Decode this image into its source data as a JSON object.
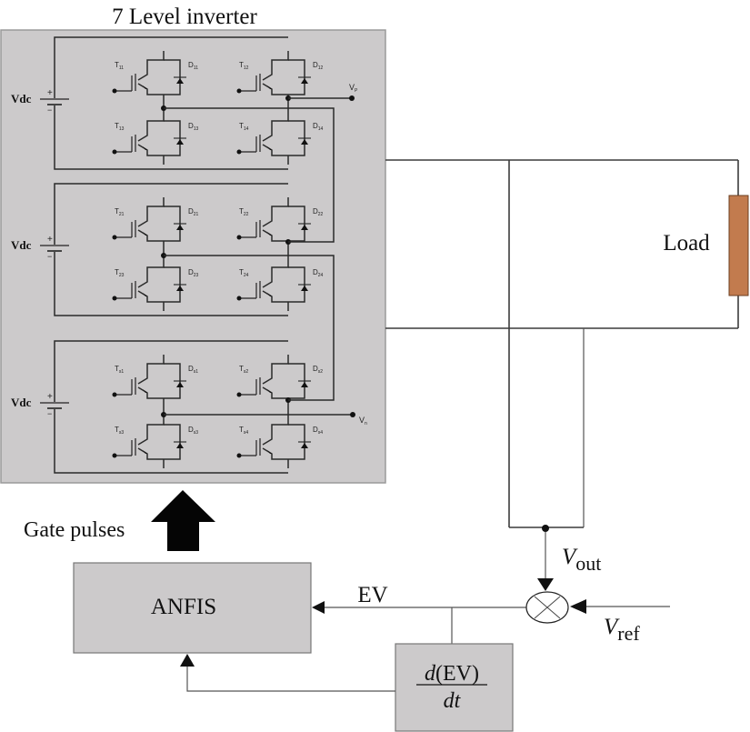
{
  "title": "7 Level inverter",
  "colors": {
    "inverter_bg": "#cccacb",
    "block_bg": "#cccacb",
    "load": "#c27b4e",
    "wire": "#3c3c3c"
  },
  "inverter": {
    "cells": [
      {
        "source_label": "Vdc",
        "plus": "+",
        "minus": "−",
        "switches": [
          {
            "t": "T",
            "tsub": "11",
            "d": "D",
            "dsub": "11"
          },
          {
            "t": "T",
            "tsub": "12",
            "d": "D",
            "dsub": "12"
          },
          {
            "t": "T",
            "tsub": "13",
            "d": "D",
            "dsub": "13"
          },
          {
            "t": "T",
            "tsub": "14",
            "d": "D",
            "dsub": "14"
          }
        ]
      },
      {
        "source_label": "Vdc",
        "plus": "+",
        "minus": "−",
        "switches": [
          {
            "t": "T",
            "tsub": "21",
            "d": "D",
            "dsub": "21"
          },
          {
            "t": "T",
            "tsub": "22",
            "d": "D",
            "dsub": "22"
          },
          {
            "t": "T",
            "tsub": "23",
            "d": "D",
            "dsub": "23"
          },
          {
            "t": "T",
            "tsub": "24",
            "d": "D",
            "dsub": "24"
          }
        ]
      },
      {
        "source_label": "Vdc",
        "plus": "+",
        "minus": "−",
        "switches": [
          {
            "t": "T",
            "tsub": "s1",
            "d": "D",
            "dsub": "s1"
          },
          {
            "t": "T",
            "tsub": "s2",
            "d": "D",
            "dsub": "s2"
          },
          {
            "t": "T",
            "tsub": "s3",
            "d": "D",
            "dsub": "s3"
          },
          {
            "t": "T",
            "tsub": "s4",
            "d": "D",
            "dsub": "s4"
          }
        ]
      }
    ],
    "vp": {
      "main": "V",
      "sub": "P"
    },
    "vn": {
      "main": "V",
      "sub": "n"
    }
  },
  "load_label": "Load",
  "gate_pulses_label": "Gate pulses",
  "anfis_label": "ANFIS",
  "ev_label": "EV",
  "vout": {
    "main": "V",
    "sub": "out"
  },
  "vref": {
    "main": "V",
    "sub": "ref"
  },
  "derivative": {
    "numerator_d": "d",
    "numerator_rest": "(EV)",
    "denominator": "dt"
  }
}
